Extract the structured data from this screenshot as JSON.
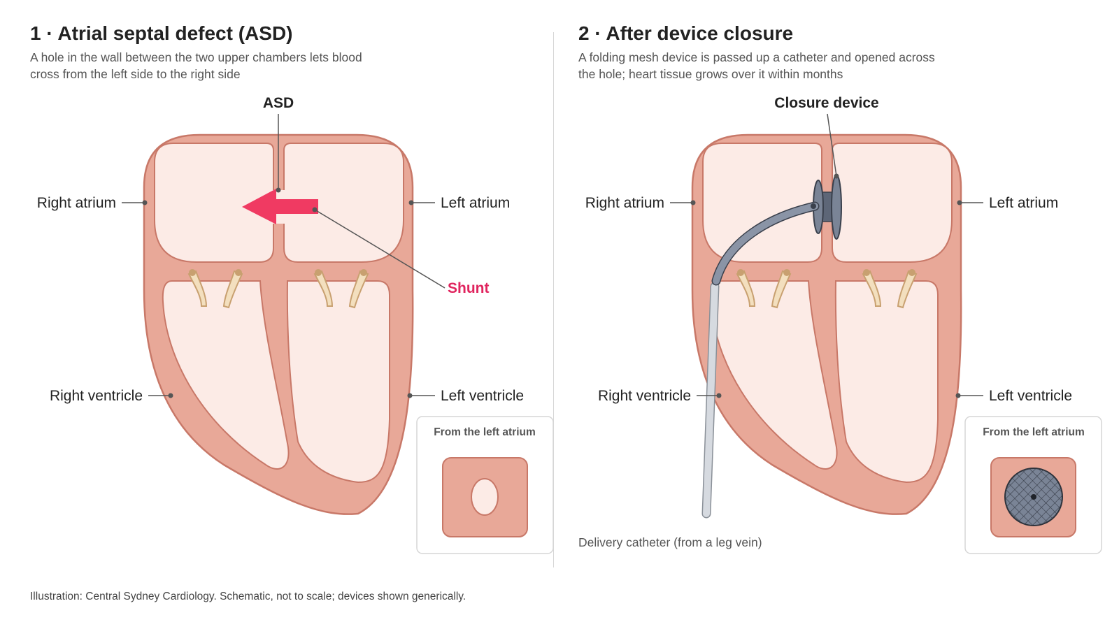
{
  "panel1": {
    "title": "1 · Atrial septal defect (ASD)",
    "subtitle": "A hole in the wall between the two upper chambers lets blood cross from the left side to the right side",
    "labels": {
      "asd": "ASD",
      "right_atrium": "Right atrium",
      "left_atrium": "Left atrium",
      "right_ventricle": "Right ventricle",
      "left_ventricle": "Left ventricle",
      "shunt": "Shunt"
    },
    "inset_title": "From the left atrium"
  },
  "panel2": {
    "title": "2 · After device closure",
    "subtitle": "A folding mesh device is passed up a catheter and opened across the hole; heart tissue grows over it within months",
    "labels": {
      "closure_device": "Closure device",
      "right_atrium": "Right atrium",
      "left_atrium": "Left atrium",
      "right_ventricle": "Right ventricle",
      "left_ventricle": "Left ventricle",
      "catheter": "Delivery catheter (from a leg vein)"
    },
    "inset_title": "From the left atrium"
  },
  "credit": "Illustration: Central Sydney Cardiology. Schematic, not to scale; devices shown generically.",
  "colors": {
    "muscle": "#e8a898",
    "muscle_stroke": "#c87868",
    "chamber": "#fcebe6",
    "shunt": "#f03a62",
    "device": "#6e7888",
    "catheter": "#d4d8de",
    "valve": "#f3dfbe"
  }
}
